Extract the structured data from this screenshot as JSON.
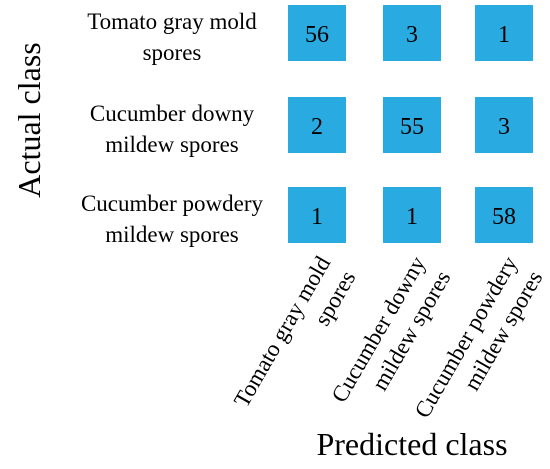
{
  "chart_data": {
    "type": "heatmap",
    "xlabel": "Predicted class",
    "ylabel": "Actual class",
    "x_categories": [
      [
        "Tomato gray mold",
        "spores"
      ],
      [
        "Cucumber downy",
        "mildew spores"
      ],
      [
        "Cucumber powdery",
        "mildew spores"
      ]
    ],
    "y_categories": [
      [
        "Tomato gray mold",
        "spores"
      ],
      [
        "Cucumber downy",
        "mildew spores"
      ],
      [
        "Cucumber powdery",
        "mildew spores"
      ]
    ],
    "values": [
      [
        56,
        3,
        1
      ],
      [
        2,
        55,
        3
      ],
      [
        1,
        1,
        58
      ]
    ],
    "cell_color": "#29abe2"
  }
}
